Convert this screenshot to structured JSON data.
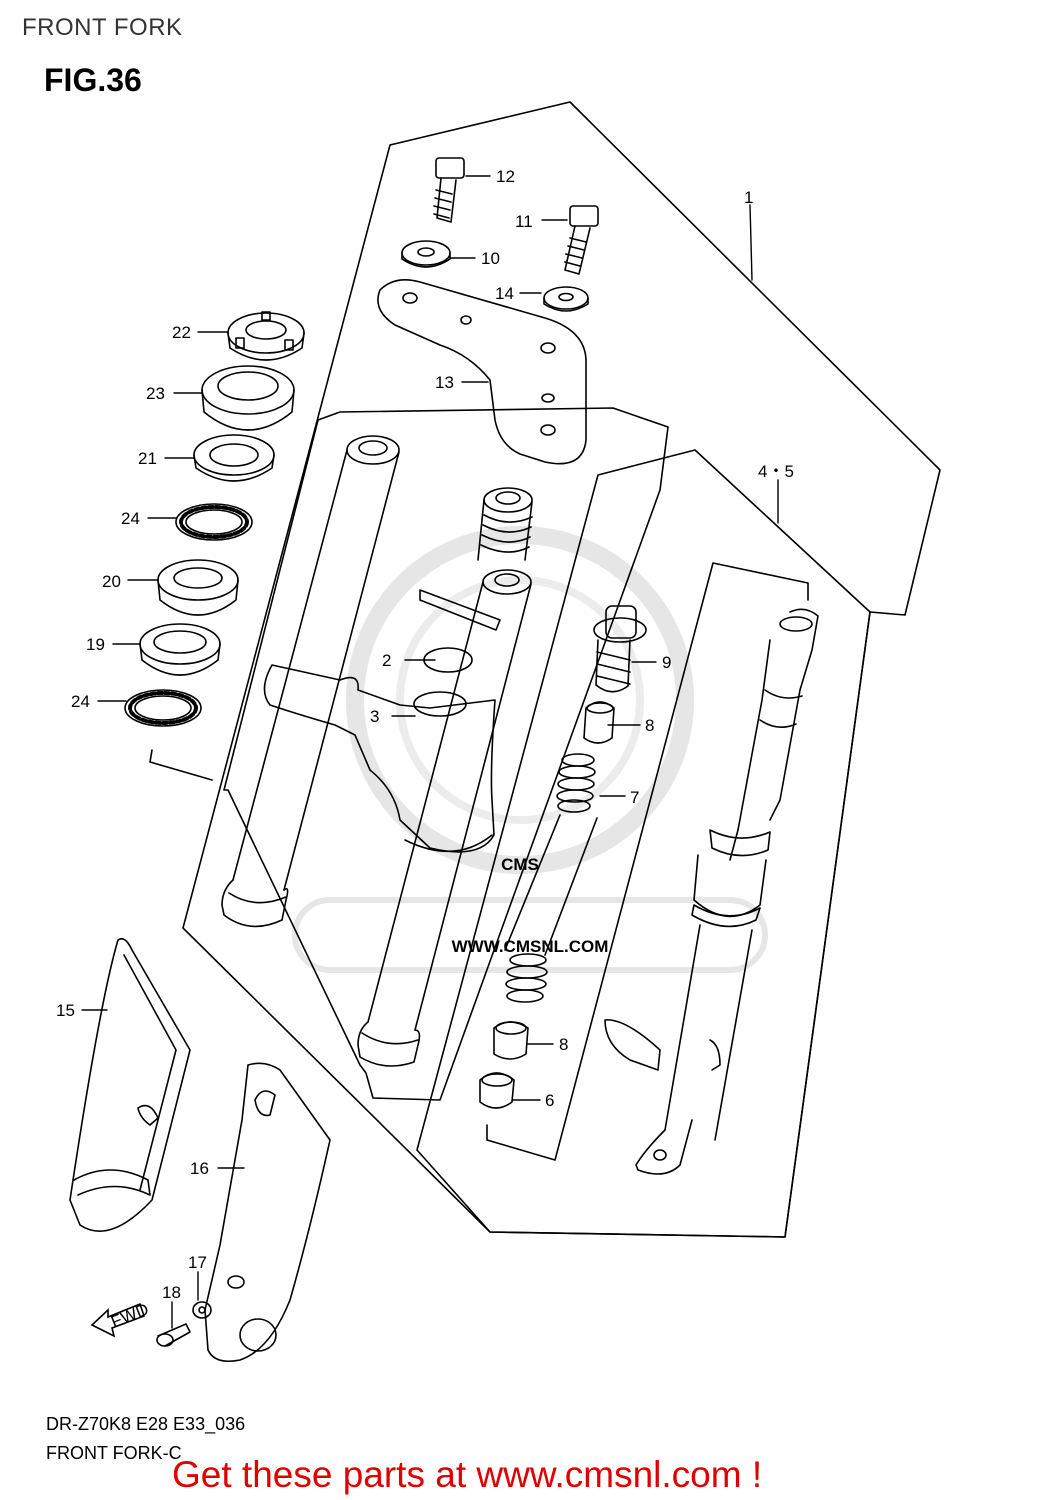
{
  "header": {
    "section_title": "FRONT FORK"
  },
  "figure": {
    "title": "FIG.36"
  },
  "watermark": {
    "text": "WWW.CMSNL.COM",
    "brand": "CMS"
  },
  "fwd_arrow": {
    "label": "FWD"
  },
  "callouts": [
    {
      "id": "c1",
      "label": "1"
    },
    {
      "id": "c2",
      "label": "2"
    },
    {
      "id": "c3",
      "label": "3"
    },
    {
      "id": "c45",
      "label": "4・5"
    },
    {
      "id": "c6",
      "label": "6"
    },
    {
      "id": "c7",
      "label": "7"
    },
    {
      "id": "c8a",
      "label": "8"
    },
    {
      "id": "c8b",
      "label": "8"
    },
    {
      "id": "c9",
      "label": "9"
    },
    {
      "id": "c10",
      "label": "10"
    },
    {
      "id": "c11",
      "label": "11"
    },
    {
      "id": "c12",
      "label": "12"
    },
    {
      "id": "c13",
      "label": "13"
    },
    {
      "id": "c14",
      "label": "14"
    },
    {
      "id": "c15",
      "label": "15"
    },
    {
      "id": "c16",
      "label": "16"
    },
    {
      "id": "c17",
      "label": "17"
    },
    {
      "id": "c18",
      "label": "18"
    },
    {
      "id": "c19",
      "label": "19"
    },
    {
      "id": "c20",
      "label": "20"
    },
    {
      "id": "c21",
      "label": "21"
    },
    {
      "id": "c22",
      "label": "22"
    },
    {
      "id": "c23",
      "label": "23"
    },
    {
      "id": "c24a",
      "label": "24"
    },
    {
      "id": "c24b",
      "label": "24"
    }
  ],
  "footer": {
    "code": "DR-Z70K8 E28 E33_036",
    "name": "FRONT FORK-C",
    "cta": "Get these parts at www.cmsnl.com !"
  },
  "colors": {
    "cta": "#e00000",
    "line": "#000000",
    "watermark": "#e4e4e4"
  }
}
